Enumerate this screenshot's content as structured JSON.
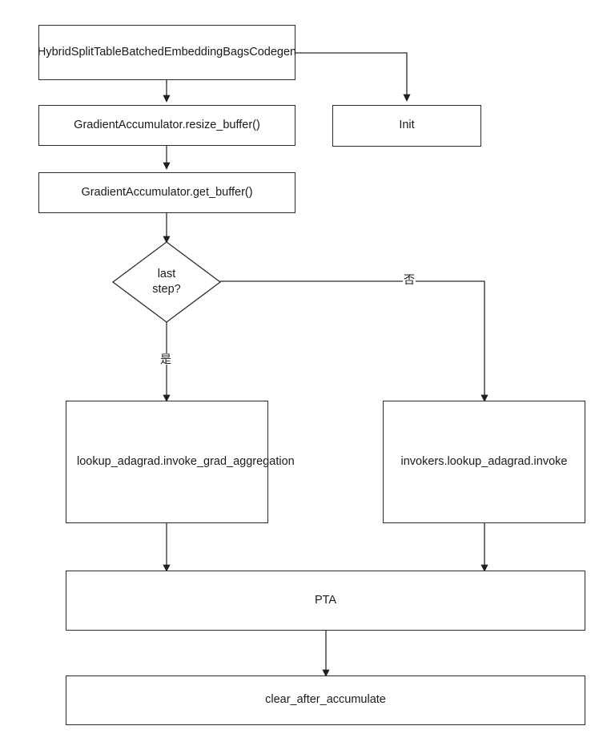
{
  "diagram": {
    "title": "Hybrid split table batched embedding bags codegen flow",
    "stroke_color": "#2b2b2b",
    "text_color": "#1a1a1a",
    "background_color": "#ffffff",
    "nodes": [
      {
        "id": "hybrid",
        "label": "HybridSplitTableBatchedEmbeddingBagsCodegen",
        "shape": "process"
      },
      {
        "id": "init",
        "label": "Init",
        "shape": "process"
      },
      {
        "id": "resize_buffer",
        "label": "GradientAccumulator.resize_buffer()",
        "shape": "process"
      },
      {
        "id": "get_buffer",
        "label": "GradientAccumulator.get_buffer()",
        "shape": "process"
      },
      {
        "id": "last_step",
        "label": "last\nstep?",
        "shape": "decision"
      },
      {
        "id": "invoke_grad_aggregation",
        "label": "lookup_adagrad.invoke_grad_aggregation",
        "shape": "process"
      },
      {
        "id": "invokers_invoke",
        "label": "invokers.lookup_adagrad.invoke",
        "shape": "process"
      },
      {
        "id": "pta",
        "label": "PTA",
        "shape": "process"
      },
      {
        "id": "clear_after_accumulate",
        "label": "clear_after_accumulate",
        "shape": "process"
      }
    ],
    "edges": [
      {
        "id": "e-hybrid-init",
        "from": "hybrid",
        "to": "init",
        "label": ""
      },
      {
        "id": "e-hybrid-resize",
        "from": "hybrid",
        "to": "resize_buffer",
        "label": ""
      },
      {
        "id": "e-resize-get",
        "from": "resize_buffer",
        "to": "get_buffer",
        "label": ""
      },
      {
        "id": "e-get-last",
        "from": "get_buffer",
        "to": "last_step",
        "label": ""
      },
      {
        "id": "e-last-yes",
        "from": "last_step",
        "to": "invoke_grad_aggregation",
        "label": "是"
      },
      {
        "id": "e-last-no",
        "from": "last_step",
        "to": "invokers_invoke",
        "label": "否"
      },
      {
        "id": "e-agg-pta",
        "from": "invoke_grad_aggregation",
        "to": "pta",
        "label": ""
      },
      {
        "id": "e-invoke-pta",
        "from": "invokers_invoke",
        "to": "pta",
        "label": ""
      },
      {
        "id": "e-pta-clear",
        "from": "pta",
        "to": "clear_after_accumulate",
        "label": ""
      }
    ]
  }
}
